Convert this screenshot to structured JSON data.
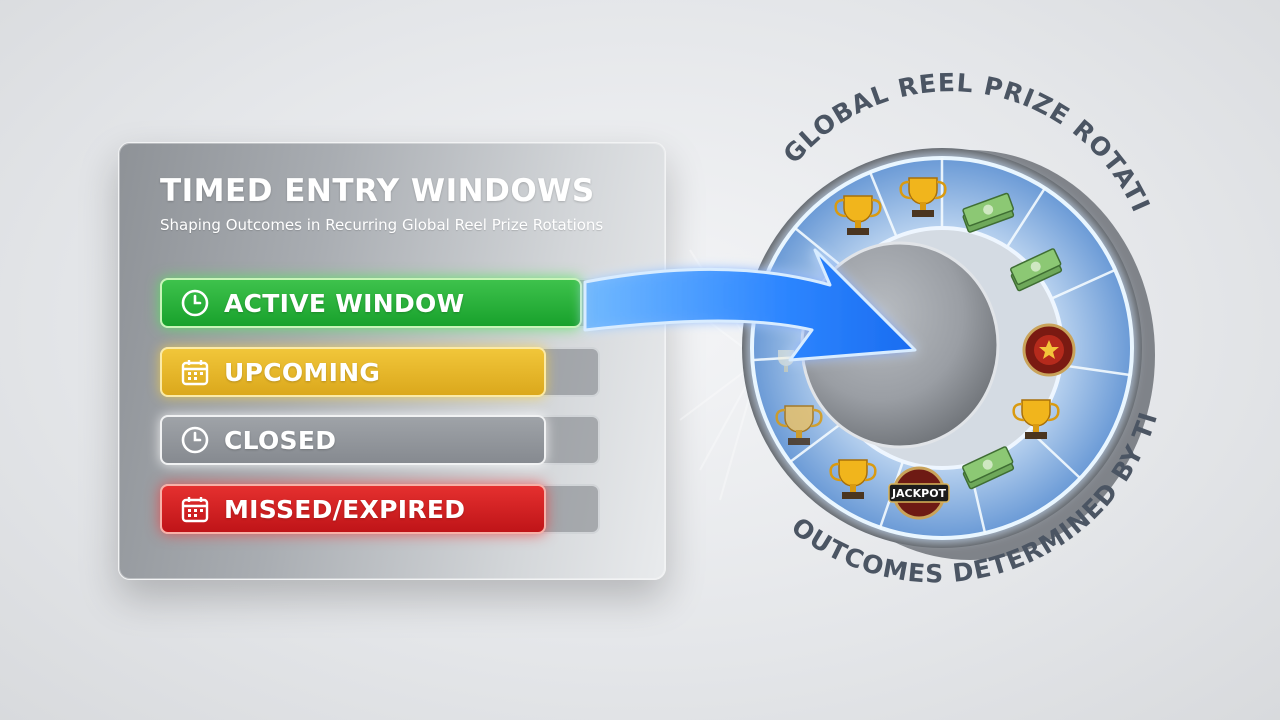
{
  "panel": {
    "title": "TIMED ENTRY WINDOWS",
    "subtitle": "Shaping Outcomes in Recurring Global Reel Prize Rotations"
  },
  "status_items": [
    {
      "label": "ACTIVE WINDOW",
      "icon": "clock-icon",
      "color": "#1fae32",
      "fill": 0.96
    },
    {
      "label": "UPCOMING",
      "icon": "calendar-icon",
      "color": "#e8b82a",
      "fill": 0.88
    },
    {
      "label": "CLOSED",
      "icon": "clock-icon",
      "color": "#8f9398",
      "fill": 0.88
    },
    {
      "label": "MISSED/EXPIRED",
      "icon": "calendar-icon",
      "color": "#d32024",
      "fill": 0.88
    }
  ],
  "wheel": {
    "top_caption": "GLOBAL REEL PRIZE ROTATION",
    "bottom_caption": "OUTCOMES DETERMINED BY TIMING",
    "jackpot_label": "JACKPOT",
    "segments": [
      "trophy-icon",
      "trophy-icon",
      "cash-stack-icon",
      "cash-stack-icon",
      "roulette-wheel-icon",
      "trophy-icon",
      "cash-stack-icon",
      "jackpot-wheel-icon",
      "trophy-icon",
      "trophy-icon",
      "trophy-icon"
    ]
  },
  "colors": {
    "arrow": "#2f8cff",
    "ring_glow": "#9fd4ff",
    "segment_bg": "#5b8fd6"
  }
}
